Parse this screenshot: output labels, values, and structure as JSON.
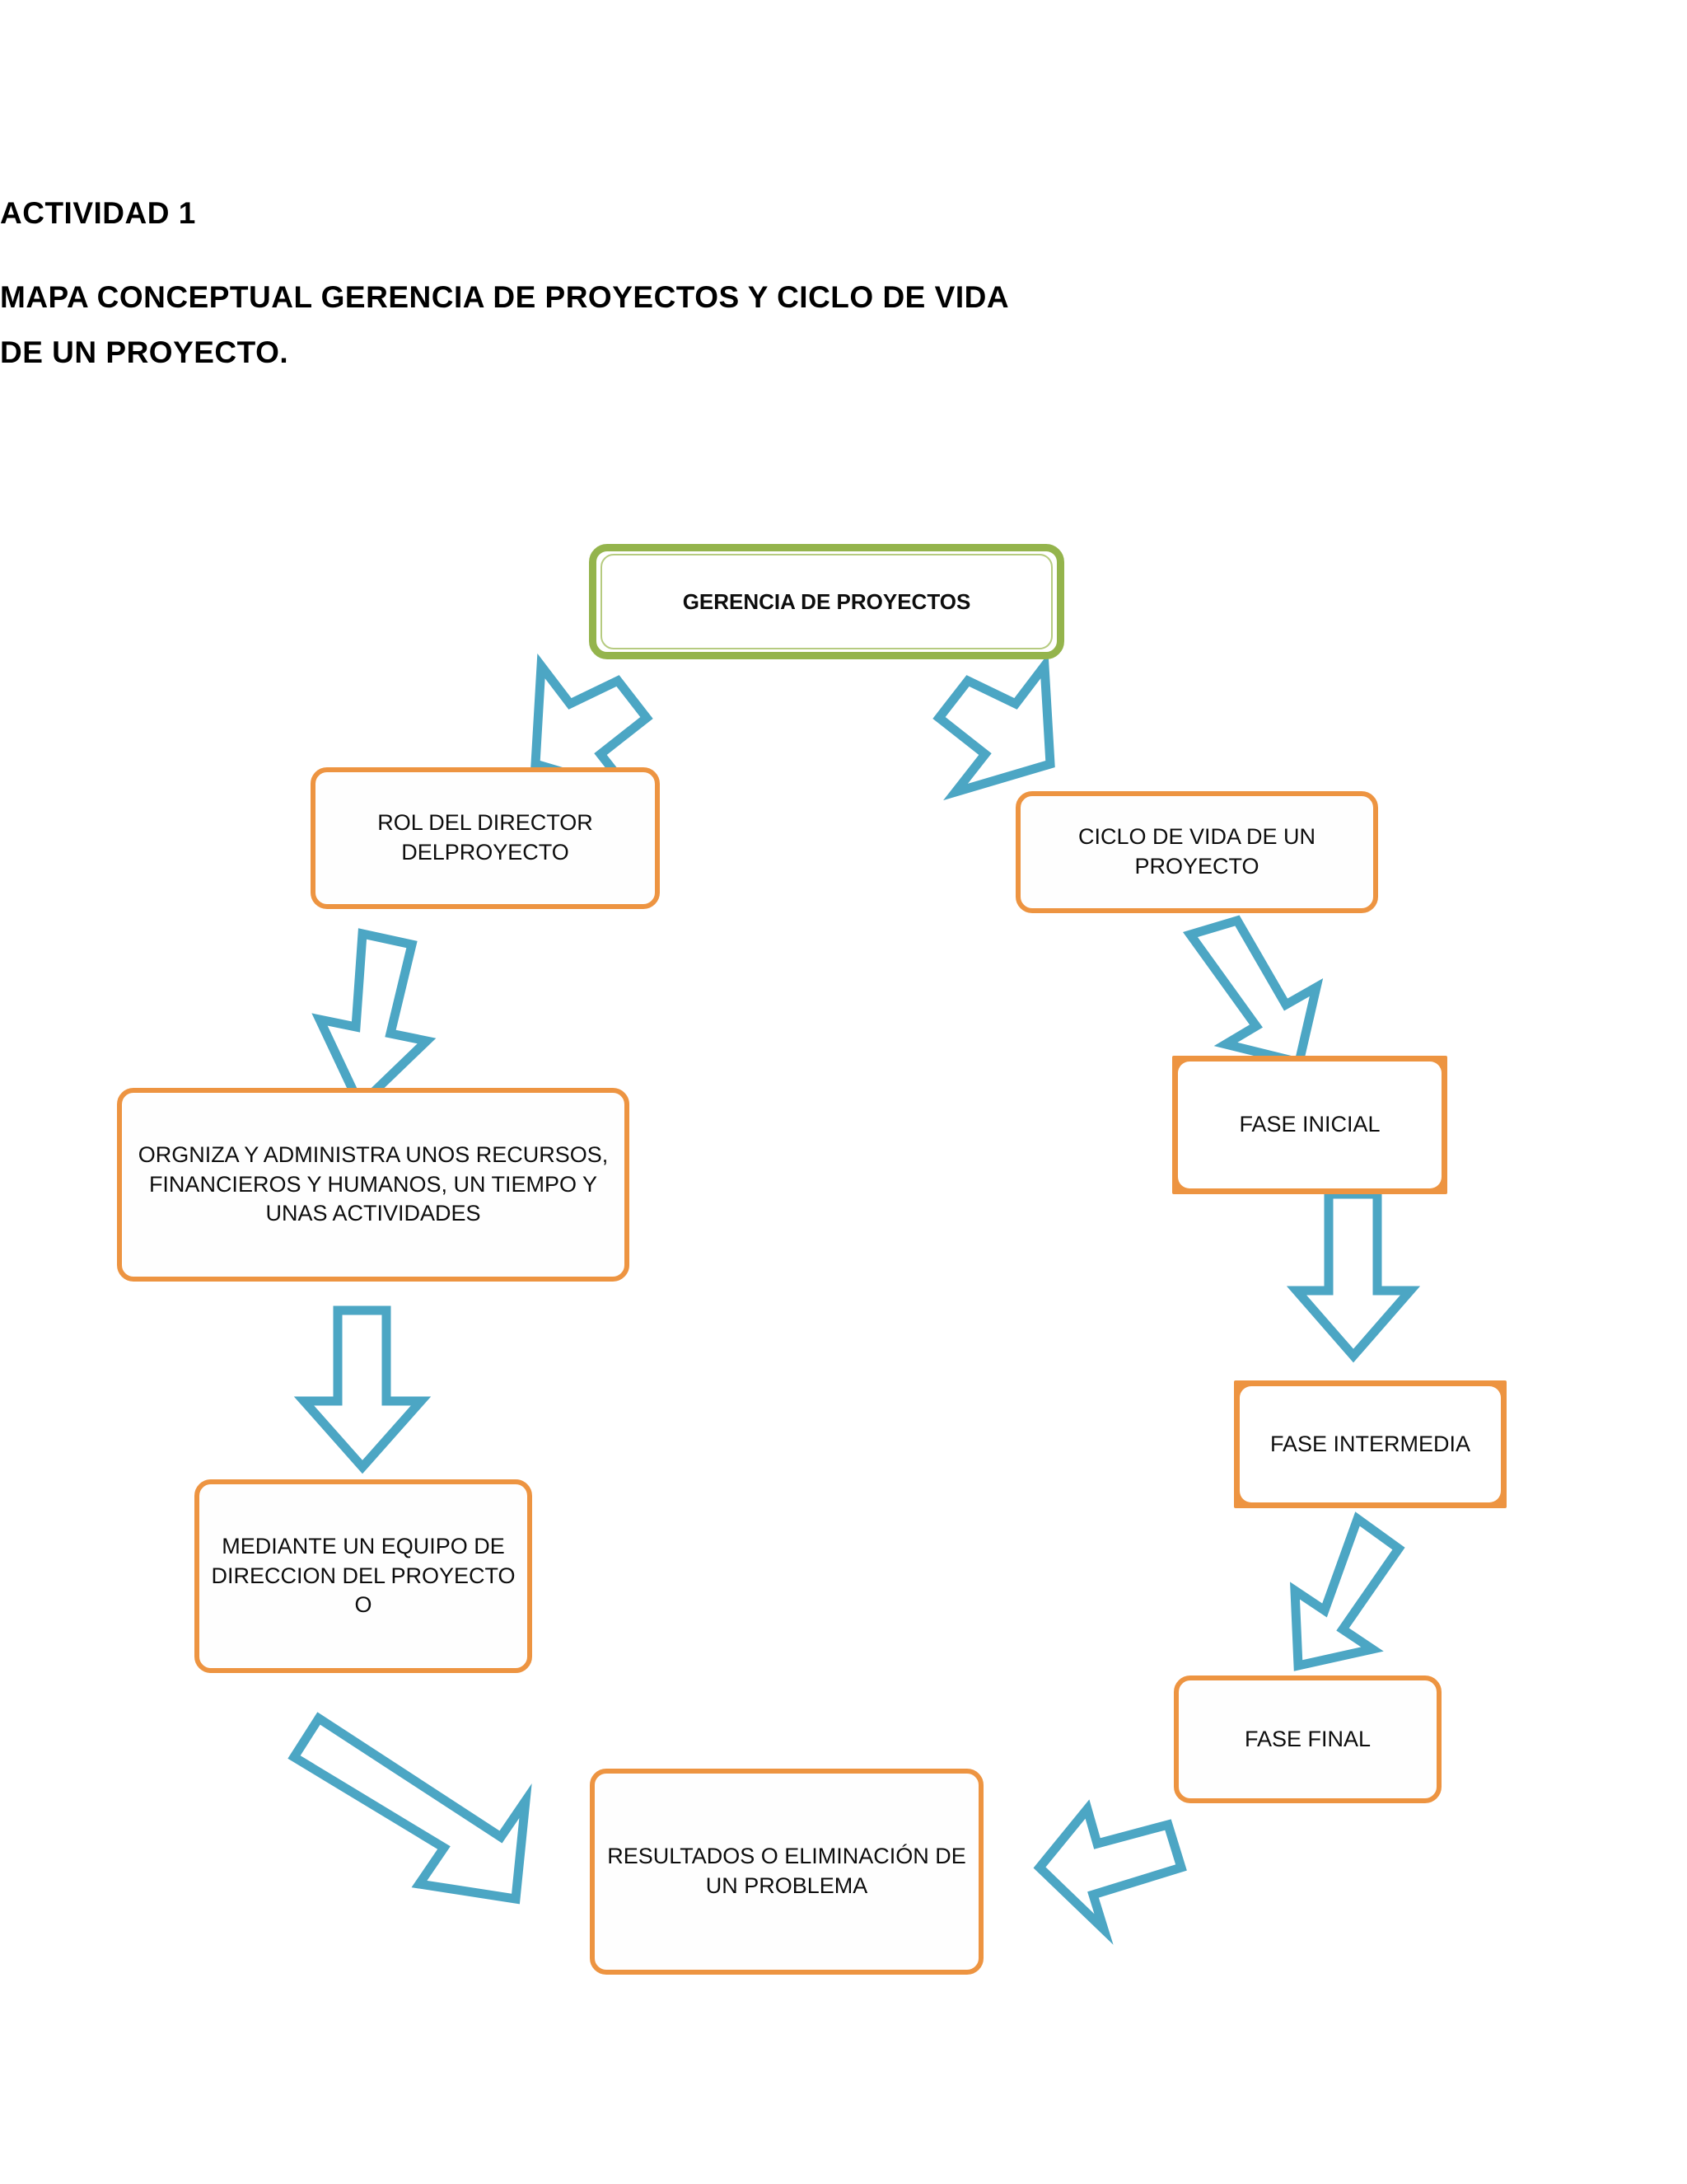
{
  "document": {
    "title_lines": [
      "ACTIVIDAD 1",
      "MAPA CONCEPTUAL GERENCIA DE PROYECTOS Y CICLO DE VIDA",
      "DE UN PROYECTO."
    ]
  },
  "colors": {
    "root_border": "#94b44c",
    "node_border": "#ed9441",
    "arrow": "#4ca6c4",
    "text": "#0d0d0d",
    "background": "#ffffff"
  },
  "diagram": {
    "type": "concept-map",
    "root": {
      "label": "GERENCIA DE PROYECTOS"
    },
    "nodes": [
      {
        "id": "rol-director",
        "label": "ROL DEL DIRECTOR DELPROYECTO"
      },
      {
        "id": "ciclo-vida",
        "label": "CICLO DE VIDA DE UN PROYECTO"
      },
      {
        "id": "organiza",
        "label": "ORGNIZA Y ADMINISTRA UNOS RECURSOS, FINANCIEROS Y HUMANOS, UN TIEMPO Y UNAS ACTIVIDADES"
      },
      {
        "id": "equipo",
        "label": "MEDIANTE UN EQUIPO DE DIRECCION DEL PROYECTO O"
      },
      {
        "id": "resultados",
        "label": "RESULTADOS O ELIMINACIÓN DE UN PROBLEMA"
      },
      {
        "id": "fase-inicial",
        "label": "FASE INICIAL"
      },
      {
        "id": "fase-intermedia",
        "label": "FASE INTERMEDIA"
      },
      {
        "id": "fase-final",
        "label": "FASE FINAL"
      }
    ],
    "edges": [
      {
        "from": "root",
        "to": "rol-director",
        "style": "block-arrow",
        "direction": "down-left"
      },
      {
        "from": "root",
        "to": "ciclo-vida",
        "style": "block-arrow",
        "direction": "down-right"
      },
      {
        "from": "rol-director",
        "to": "organiza",
        "style": "block-arrow",
        "direction": "down"
      },
      {
        "from": "organiza",
        "to": "equipo",
        "style": "block-arrow",
        "direction": "down"
      },
      {
        "from": "equipo",
        "to": "resultados",
        "style": "block-arrow",
        "direction": "down-right"
      },
      {
        "from": "ciclo-vida",
        "to": "fase-inicial",
        "style": "block-arrow",
        "direction": "down-right"
      },
      {
        "from": "fase-inicial",
        "to": "fase-intermedia",
        "style": "block-arrow",
        "direction": "down"
      },
      {
        "from": "fase-intermedia",
        "to": "fase-final",
        "style": "block-arrow",
        "direction": "down-left"
      },
      {
        "from": "fase-final",
        "to": "resultados",
        "style": "block-arrow",
        "direction": "left"
      }
    ]
  }
}
